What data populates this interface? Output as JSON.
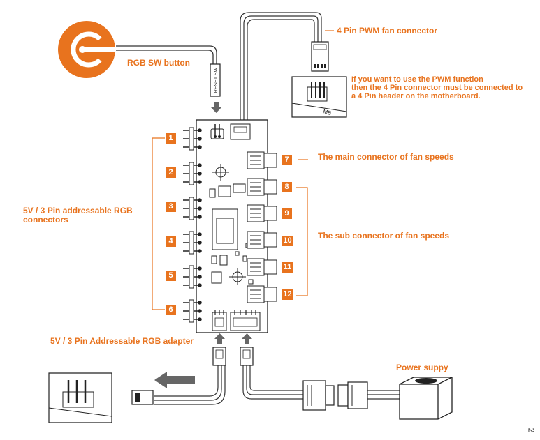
{
  "labels": {
    "pwm_connector": "4 Pin PWM fan connector",
    "rgb_sw_button": "RGB SW button",
    "reset_sw": "RESET SW",
    "pwm_note_line1": "If you want to use the PWM function",
    "pwm_note_line2": "then the 4 Pin connector must be connected to",
    "pwm_note_line3": "a 4 Pin header on the motherboard.",
    "mb": "MB",
    "main_connector": "The main connector of fan speeds",
    "sub_connector": "The sub connector of fan speeds",
    "rgb_connectors_line1": "5V / 3 Pin addressable RGB",
    "rgb_connectors_line2": "connectors",
    "rgb_adapter": "5V / 3 Pin Addressable RGB adapter",
    "power_supply": "Power suppy",
    "page_number": "2"
  },
  "rgb_ports": [
    "1",
    "2",
    "3",
    "4",
    "5",
    "6"
  ],
  "fan_ports": [
    "7",
    "8",
    "9",
    "10",
    "11",
    "12"
  ],
  "colors": {
    "accent": "#e8731e",
    "line": "#222222",
    "cable": "#444444"
  }
}
